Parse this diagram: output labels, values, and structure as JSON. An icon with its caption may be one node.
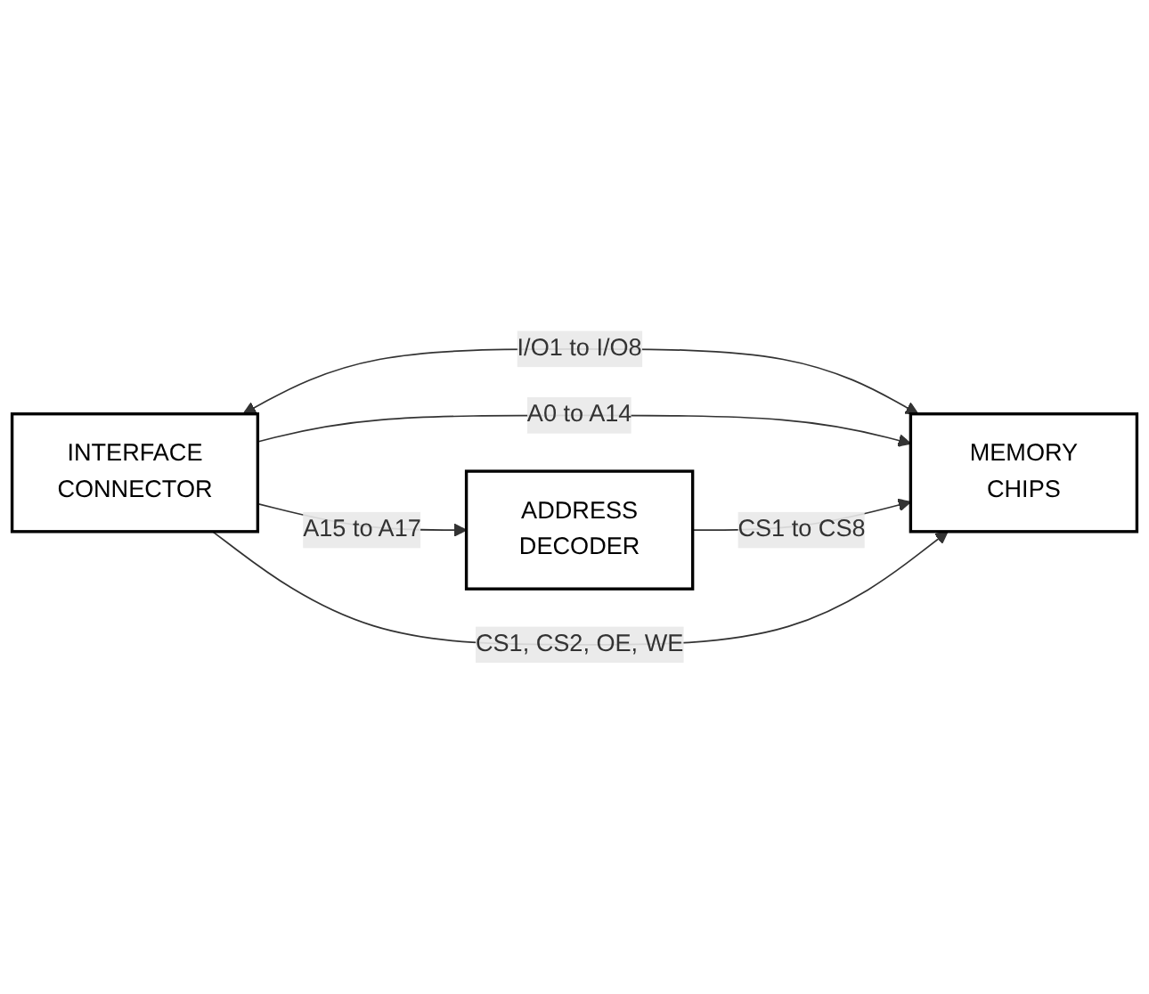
{
  "diagram": {
    "nodes": [
      {
        "text": [
          "INTERFACE CONNECTOR"
        ]
      },
      {
        "text": [
          "MEMORY CHIPS"
        ]
      },
      {
        "text": [
          "ADDRESS DECODER"
        ]
      }
    ],
    "edges": [
      {
        "from": 0,
        "to": 1,
        "arrow": "both",
        "label": "I/O1 to I/O8"
      },
      {
        "from": 0,
        "to": 1,
        "arrow": "to",
        "label": "A0 to A14"
      },
      {
        "from": 0,
        "to": 2,
        "arrow": "to",
        "label": "A15 to A17"
      },
      {
        "from": 2,
        "to": 1,
        "arrow": "to",
        "label": "CS1 to CS8"
      },
      {
        "from": 0,
        "to": 1,
        "arrow": "to",
        "label": "CS1, CS2, OE, WE"
      }
    ]
  }
}
